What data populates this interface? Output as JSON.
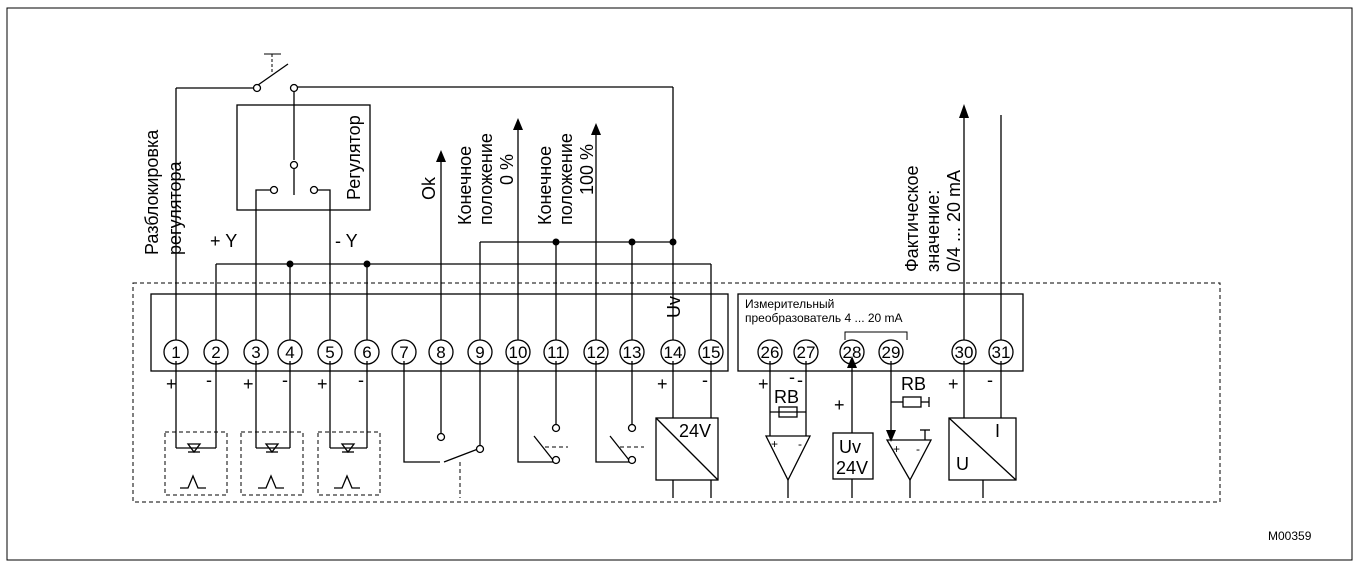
{
  "labels": {
    "unlock_line1": "Разблокировка",
    "unlock_line2": "регулятора",
    "regulator": "Регулятор",
    "plus_y": "+ Y",
    "minus_y": "- Y",
    "ok": "Ok",
    "end0_line1": "Конечное",
    "end0_line2": "положение",
    "end0_line3": "0 %",
    "end100_line1": "Конечное",
    "end100_line2": "положение",
    "end100_line3": "100 %",
    "actual_line1": "Фактическое",
    "actual_line2": "значение:",
    "actual_line3": "0/4 ... 20 mA",
    "uv_block": "Uv",
    "transducer_line1": "Измерительный",
    "transducer_line2": "преобразователь 4 ... 20 mA",
    "supply_24v": "24V",
    "rb": "RB",
    "uv": "Uv",
    "u": "U",
    "i": "I",
    "figure_id": "M00359",
    "plus": "+",
    "minus": "-"
  },
  "terminals": [
    "1",
    "2",
    "3",
    "4",
    "5",
    "6",
    "7",
    "8",
    "9",
    "10",
    "11",
    "12",
    "13",
    "14",
    "15",
    "26",
    "27",
    "28",
    "29",
    "30",
    "31"
  ]
}
